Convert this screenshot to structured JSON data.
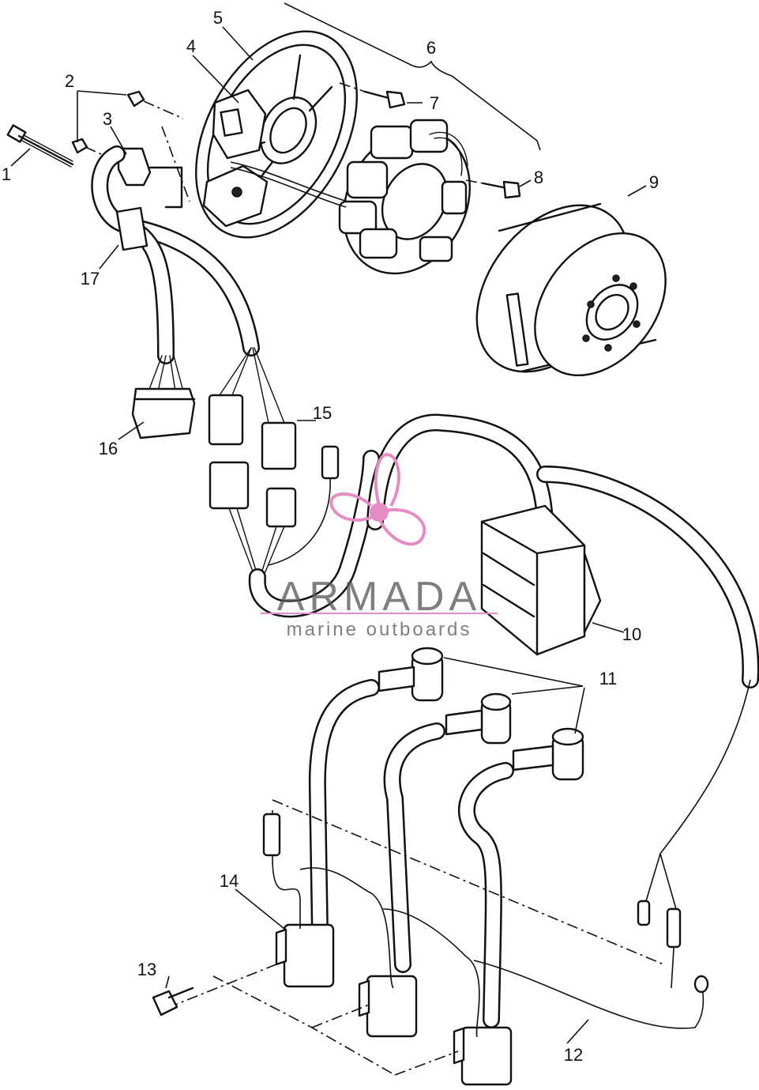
{
  "callouts": [
    {
      "id": "1",
      "label": "1"
    },
    {
      "id": "2",
      "label": "2"
    },
    {
      "id": "3",
      "label": "3"
    },
    {
      "id": "4",
      "label": "4"
    },
    {
      "id": "5",
      "label": "5"
    },
    {
      "id": "6",
      "label": "6"
    },
    {
      "id": "7",
      "label": "7"
    },
    {
      "id": "8",
      "label": "8"
    },
    {
      "id": "9",
      "label": "9"
    },
    {
      "id": "10",
      "label": "10"
    },
    {
      "id": "11",
      "label": "11"
    },
    {
      "id": "12",
      "label": "12"
    },
    {
      "id": "13",
      "label": "13"
    },
    {
      "id": "14",
      "label": "14"
    },
    {
      "id": "15",
      "label": "15"
    },
    {
      "id": "16",
      "label": "16"
    },
    {
      "id": "17",
      "label": "17"
    }
  ],
  "watermark": {
    "title": "ARMADA",
    "subtitle": "marine outboards",
    "logo_color": "#e48cc4"
  }
}
